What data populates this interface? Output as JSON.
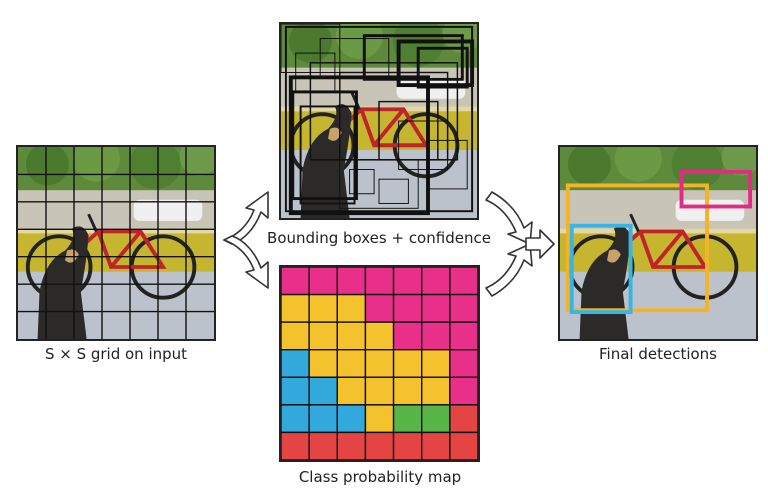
{
  "captions": {
    "grid_input": "S × S grid on input",
    "bounding_boxes": "Bounding boxes + confidence",
    "class_map": "Class probability map",
    "final": "Final detections"
  },
  "grid": {
    "cells": 7
  },
  "class_probability_map": {
    "rows": [
      [
        "pink",
        "pink",
        "pink",
        "pink",
        "pink",
        "pink",
        "pink"
      ],
      [
        "yellow",
        "yellow",
        "yellow",
        "pink",
        "pink",
        "pink",
        "pink"
      ],
      [
        "yellow",
        "yellow",
        "yellow",
        "yellow",
        "pink",
        "pink",
        "pink"
      ],
      [
        "blue",
        "yellow",
        "yellow",
        "yellow",
        "yellow",
        "yellow",
        "pink"
      ],
      [
        "blue",
        "blue",
        "yellow",
        "yellow",
        "yellow",
        "yellow",
        "pink"
      ],
      [
        "blue",
        "blue",
        "blue",
        "yellow",
        "green",
        "green",
        "red"
      ],
      [
        "red",
        "red",
        "red",
        "red",
        "red",
        "red",
        "red"
      ]
    ]
  },
  "colors": {
    "pink": "#e8308a",
    "yellow": "#f3c22c",
    "blue": "#32a8dc",
    "green": "#58b548",
    "red": "#e54444",
    "dog_box": "#35b6e6",
    "bike_box": "#f4b324",
    "car_box": "#e42b84"
  }
}
